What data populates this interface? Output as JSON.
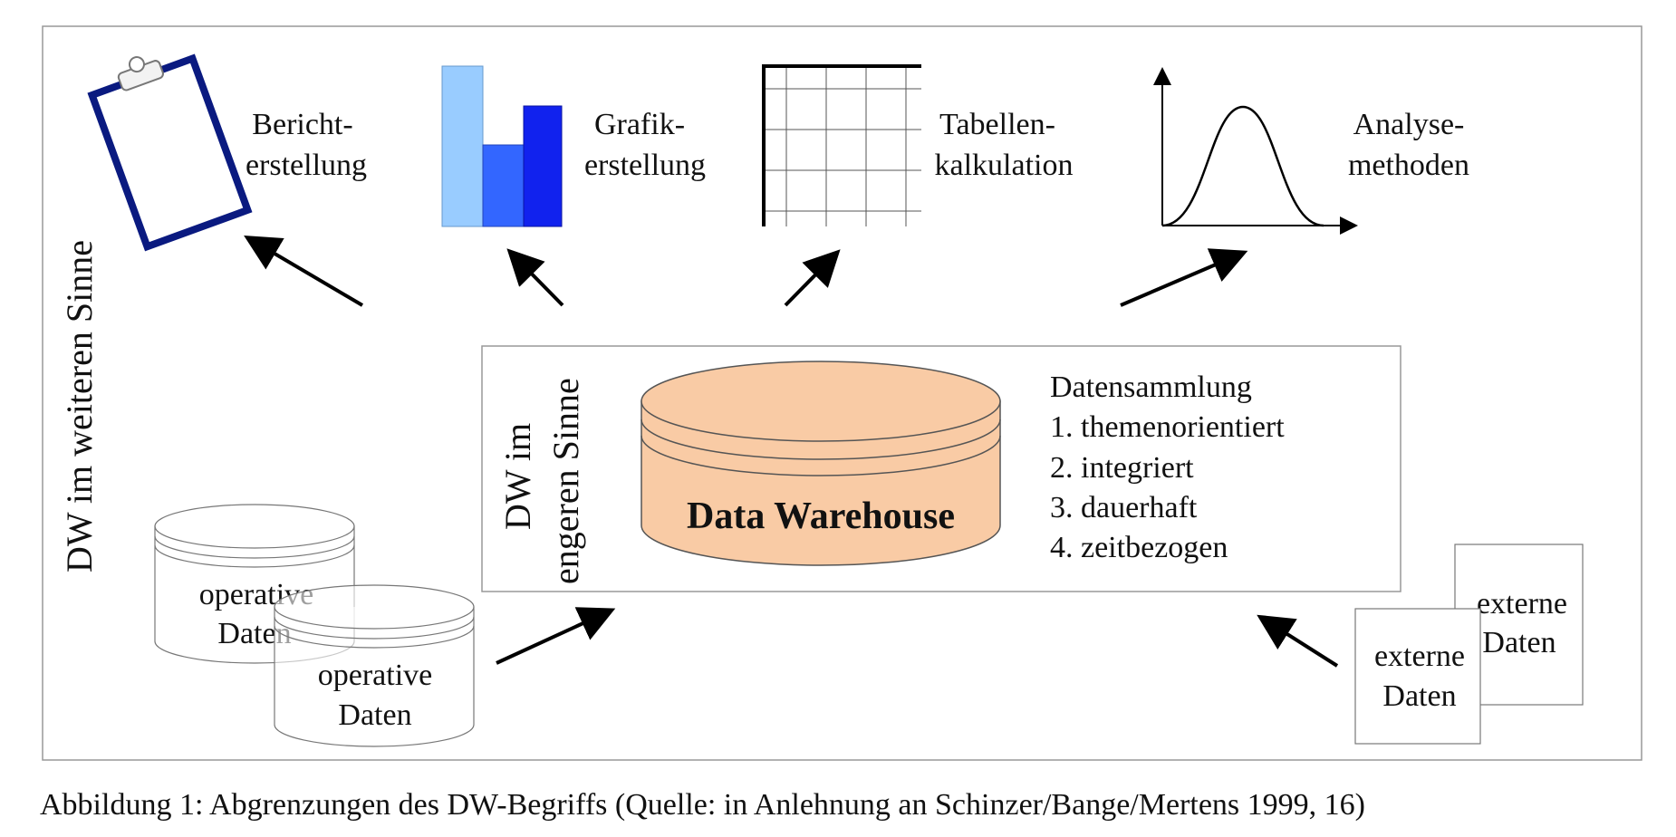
{
  "outer_label": "DW im weiteren Sinne",
  "inner_label": [
    "DW im",
    "engeren Sinne"
  ],
  "tools": [
    {
      "name": "report",
      "label": [
        "Bericht-",
        "erstellung"
      ],
      "icon": "clipboard-icon"
    },
    {
      "name": "graphics",
      "label": [
        "Grafik-",
        "erstellung"
      ],
      "icon": "bar-chart-icon"
    },
    {
      "name": "spreadsheet",
      "label": [
        "Tabellen-",
        "kalkulation"
      ],
      "icon": "grid-table-icon"
    },
    {
      "name": "analysis",
      "label": [
        "Analyse-",
        "methoden"
      ],
      "icon": "bell-curve-icon"
    }
  ],
  "warehouse": {
    "title": "Data Warehouse",
    "fill_color": "#F9CBA5",
    "properties_heading": "Datensammlung",
    "properties": [
      "1. themenorientiert",
      "2. integriert",
      "3. dauerhaft",
      "4. zeitbezogen"
    ]
  },
  "operative_data": [
    {
      "label": [
        "operative",
        "Daten"
      ]
    },
    {
      "label": [
        "operative",
        "Daten"
      ]
    }
  ],
  "external_data": [
    {
      "label": [
        "externe",
        "Daten"
      ]
    },
    {
      "label": [
        "externe",
        "Daten"
      ]
    }
  ],
  "bar_colors": [
    "#99CCFF",
    "#3366FF",
    "#1122EE"
  ],
  "clipboard_color": "#0A1A80",
  "caption": "Abbildung 1: Abgrenzungen des DW-Begriffs (Quelle: in Anlehnung an Schinzer/Bange/Mertens 1999, 16)"
}
